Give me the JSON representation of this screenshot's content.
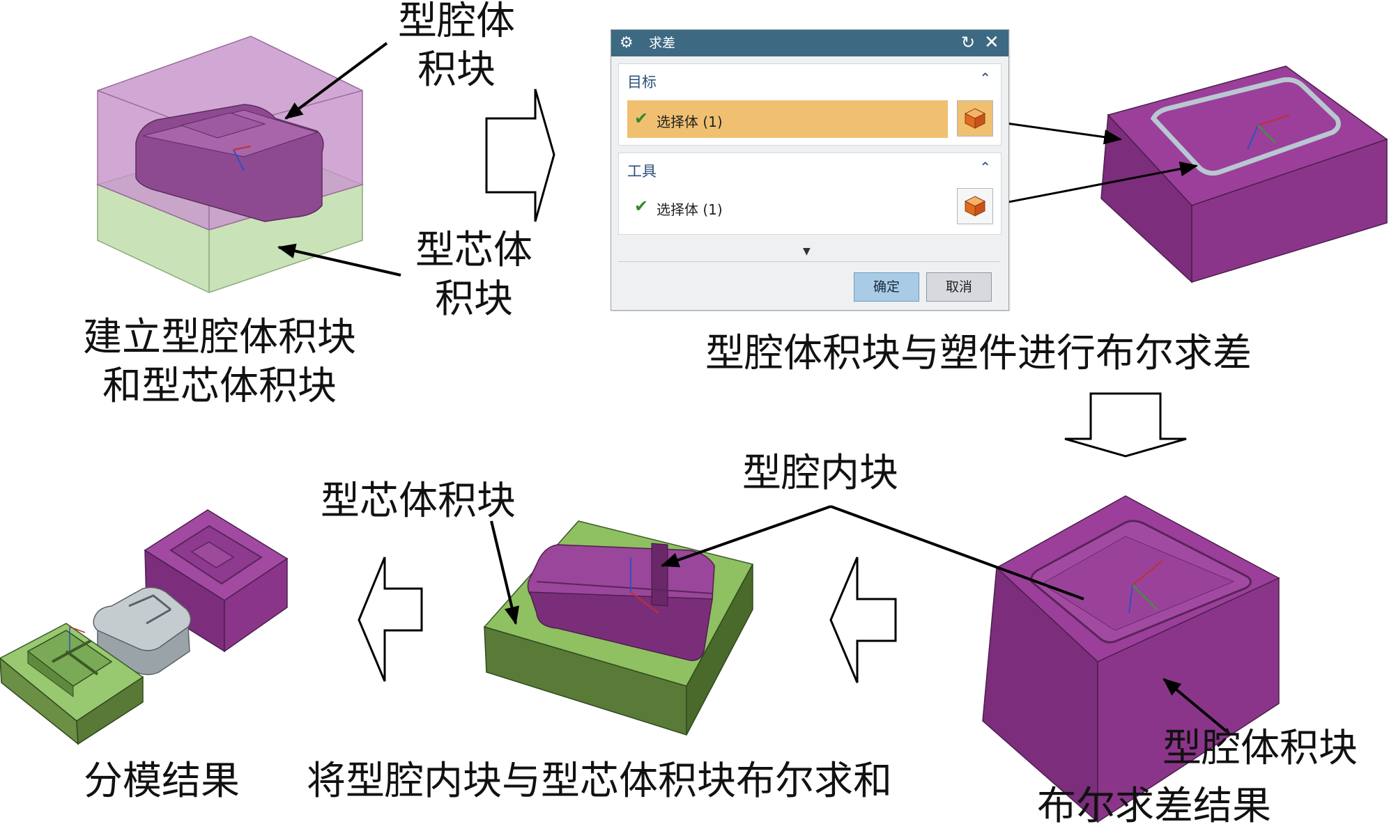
{
  "labels": {
    "cavity_block_top_l1": "型腔体",
    "cavity_block_top_l2": "积块",
    "core_block_l1": "型芯体",
    "core_block_l2": "积块",
    "step1_caption_l1": "建立型腔体积块",
    "step1_caption_l2": "和型芯体积块",
    "step2_caption": "型腔体积块与塑件进行布尔求差",
    "cavity_insert": "型腔内块",
    "core_block_mid": "型芯体积块",
    "cavity_block_right": "型腔体积块",
    "step3_caption": "布尔求差结果",
    "step4_caption": "将型腔内块与型芯体积块布尔求和",
    "step5_caption": "分模结果"
  },
  "dialog": {
    "title": "求差",
    "target_section": "目标",
    "target_value": "选择体 (1)",
    "tool_section": "工具",
    "tool_value": "选择体 (1)",
    "ok_label": "确定",
    "cancel_label": "取消"
  },
  "icons": {
    "gear": "gear-icon",
    "reset": "reset-icon",
    "close": "close-icon",
    "collapse": "chevron-up-icon",
    "check": "check-icon",
    "select_body": "cube-icon",
    "expand": "triangle-down-icon"
  },
  "colors": {
    "cavity": "#8e3a8e",
    "core": "#8fc061",
    "title_bar": "#3d6982",
    "selected_row": "#f0c070"
  }
}
